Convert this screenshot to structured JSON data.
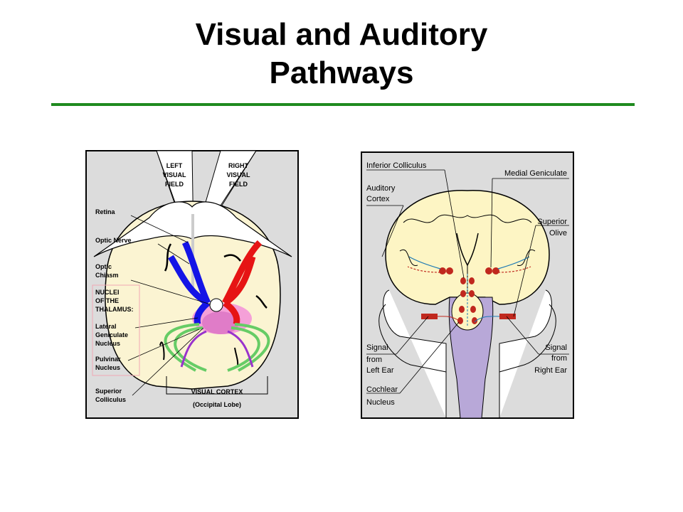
{
  "slide": {
    "title_line1": "Visual and Auditory",
    "title_line2": "Pathways",
    "rule_color": "#1f8a1f"
  },
  "visual_diagram": {
    "left_visual_field": [
      "LEFT",
      "VISUAL",
      "FIELD"
    ],
    "right_visual_field": [
      "RIGHT",
      "VISUAL",
      "FIELD"
    ],
    "retina": "Retina",
    "optic_nerve": "Optic Nerve",
    "optic_chiasm": [
      "Optic",
      "Chiasm"
    ],
    "nuclei_of_thalamus": [
      "NUCLEI",
      "OF THE",
      "THALAMUS:"
    ],
    "lateral_geniculate": [
      "Lateral",
      "Geniculate",
      "Nucleus"
    ],
    "pulvinar": [
      "Pulvinar",
      "Nucleus"
    ],
    "superior_colliculus": [
      "Superior",
      "Colliculus"
    ],
    "visual_cortex": "VISUAL CORTEX",
    "occipital_lobe": "(Occipital Lobe)",
    "colors": {
      "left_pathway": "#1414e6",
      "right_pathway": "#e61414",
      "lateral_geniculate": "#66cc66",
      "pulvinar": "#9933cc",
      "thalamus": "#f5a0d8"
    }
  },
  "auditory_diagram": {
    "inferior_colliculus": "Inferior Colliculus",
    "medial_geniculate": "Medial Geniculate",
    "auditory_cortex": [
      "Auditory",
      "Cortex"
    ],
    "superior_olive": [
      "Superior",
      "Olive"
    ],
    "signal_left": [
      "Signal",
      "from",
      "Left Ear"
    ],
    "signal_right": [
      "Signal",
      "from",
      "Right Ear"
    ],
    "cochlear_nucleus": [
      "Cochlear",
      "Nucleus"
    ],
    "colors": {
      "brain": "#fdf5c4",
      "brainstem": "#b8a8d8",
      "nuclei": "#c0281e"
    }
  }
}
